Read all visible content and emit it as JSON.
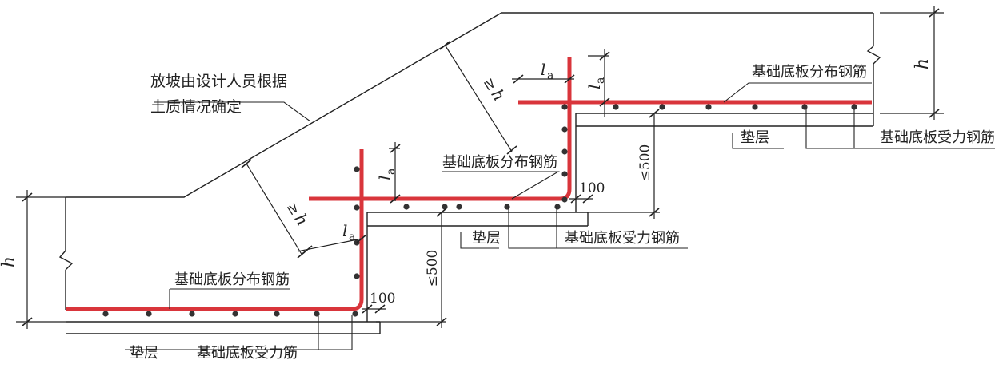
{
  "colors": {
    "line": "#222222",
    "rebar": "#d9353b",
    "bar_dot": "#333333",
    "background": "#ffffff"
  },
  "labels": {
    "slope_line1": "放坡由设计人员根据",
    "slope_line2": "土质情况确定",
    "dist_rebar": "基础底板分布钢筋",
    "main_rebar": "基础底板受力钢筋",
    "main_rebar_short": "基础底板受力筋",
    "cushion": "垫层"
  },
  "dims": {
    "h": "h",
    "ge_h": "≥",
    "le_500": "≤500",
    "la_l": "l",
    "la_sub": "a",
    "d100": "100"
  }
}
